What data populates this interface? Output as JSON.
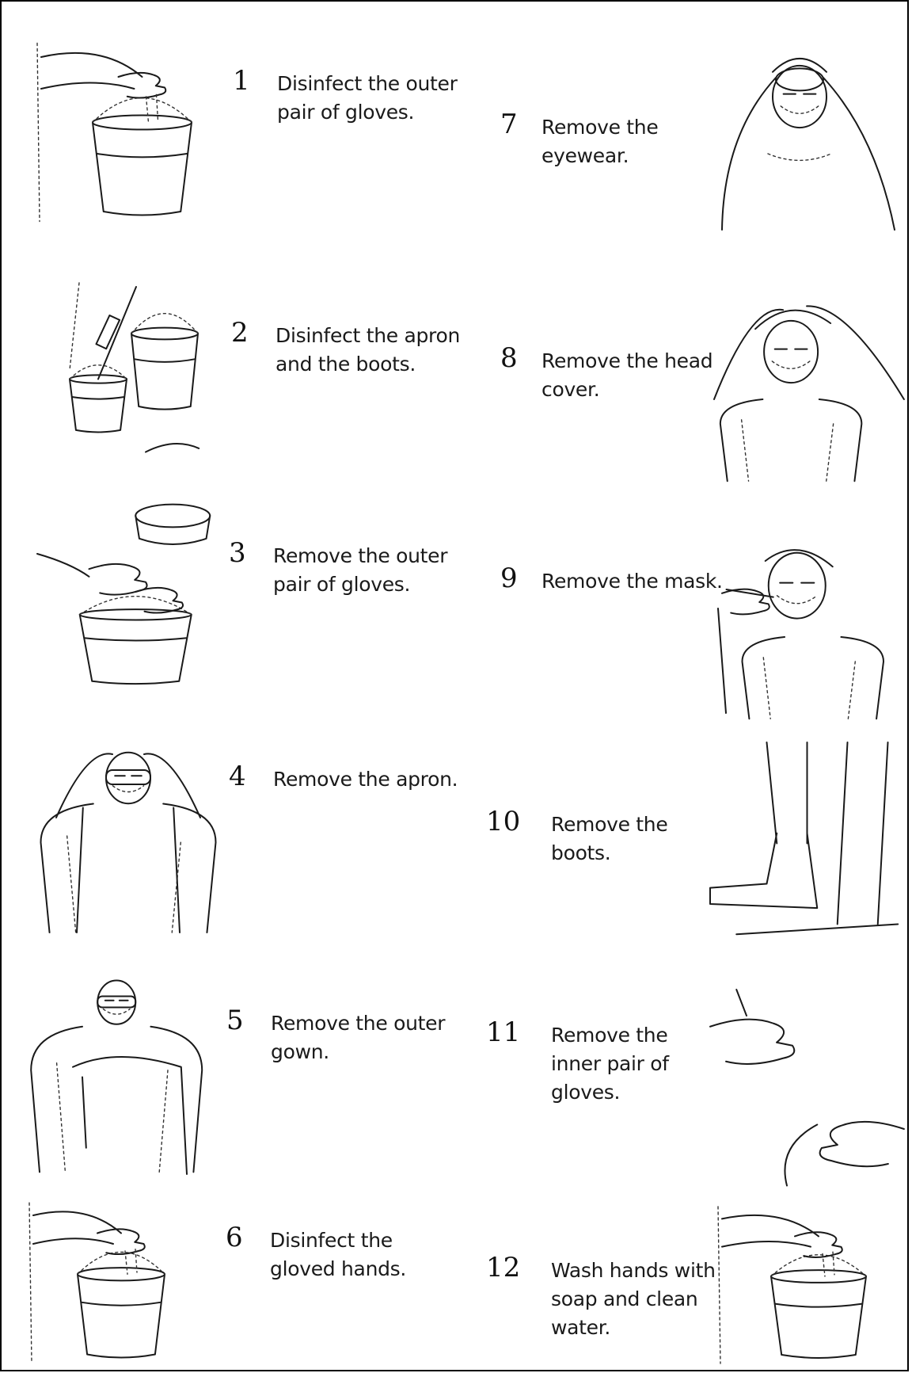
{
  "steps": [
    {
      "number": "1",
      "lines": [
        "Disinfect the outer",
        "pair of gloves."
      ],
      "icon": "hands-over-bucket"
    },
    {
      "number": "2",
      "lines": [
        "Disinfect the apron",
        "and the boots."
      ],
      "icon": "brush-boots-bucket"
    },
    {
      "number": "3",
      "lines": [
        "Remove the outer",
        "pair of gloves."
      ],
      "icon": "gloves-over-basin"
    },
    {
      "number": "4",
      "lines": [
        "Remove the apron."
      ],
      "icon": "person-removing-apron"
    },
    {
      "number": "5",
      "lines": [
        "Remove the outer",
        "gown."
      ],
      "icon": "person-removing-gown"
    },
    {
      "number": "6",
      "lines": [
        "Disinfect the",
        "gloved hands."
      ],
      "icon": "hands-over-bucket"
    },
    {
      "number": "7",
      "lines": [
        "Remove the",
        "eyewear."
      ],
      "icon": "person-removing-goggles"
    },
    {
      "number": "8",
      "lines": [
        "Remove the head",
        "cover."
      ],
      "icon": "person-removing-cap"
    },
    {
      "number": "9",
      "lines": [
        "Remove the mask."
      ],
      "icon": "person-removing-mask"
    },
    {
      "number": "10",
      "lines": [
        "Remove the",
        "boots."
      ],
      "icon": "legs-removing-boots"
    },
    {
      "number": "11",
      "lines": [
        "Remove the",
        "inner pair of",
        "gloves."
      ],
      "icon": "hands-removing-gloves"
    },
    {
      "number": "12",
      "lines": [
        "Wash hands with",
        "soap and clean",
        "water."
      ],
      "icon": "hands-over-bucket"
    }
  ]
}
